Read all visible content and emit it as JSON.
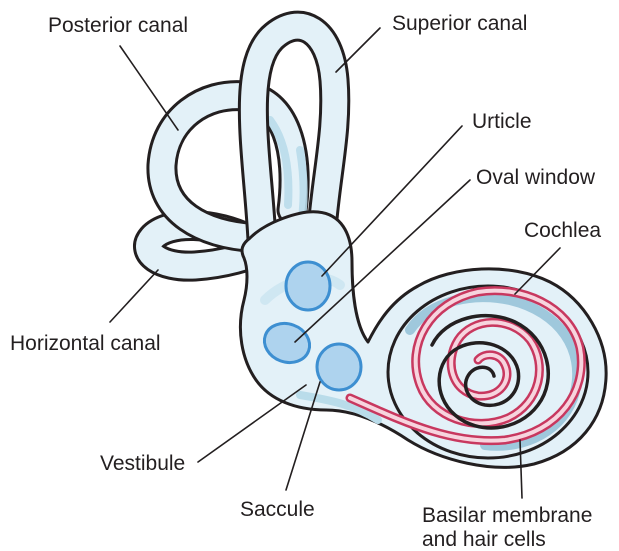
{
  "labels": {
    "posterior_canal": "Posterior canal",
    "superior_canal": "Superior canal",
    "urticle": "Urticle",
    "oval_window": "Oval window",
    "cochlea": "Cochlea",
    "horizontal_canal": "Horizontal canal",
    "vestibule": "Vestibule",
    "saccule": "Saccule",
    "basilar_line1": "Basilar membrane",
    "basilar_line2": "and hair cells"
  },
  "colors": {
    "fluid_fill": "#e3f1f8",
    "shading": "#b9dcea",
    "outline": "#231f20",
    "organ_fill": "#aed3ee",
    "organ_stroke": "#3d8fd1",
    "basilar_membrane": "#c8385f"
  }
}
